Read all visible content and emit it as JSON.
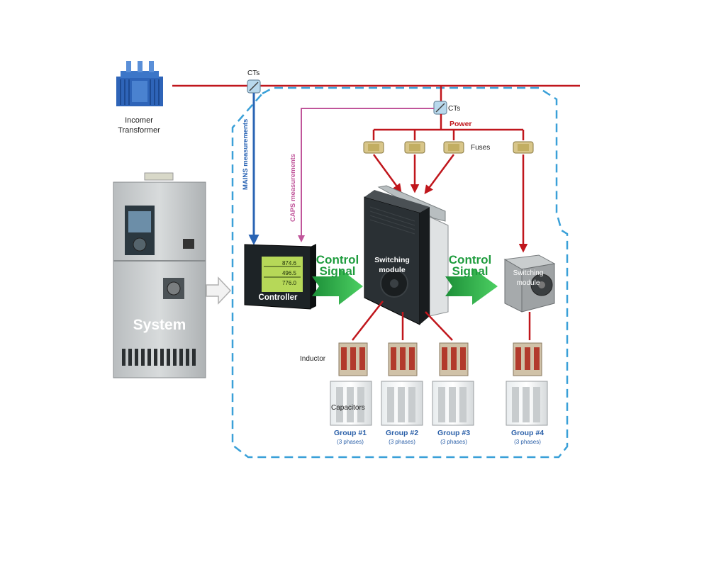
{
  "labels": {
    "incomer": [
      "Incomer",
      "Transformer"
    ],
    "cts_top": "CTs",
    "cts_right": "CTs",
    "power": "Power",
    "fuses": "Fuses",
    "mains": "MAINS measurements",
    "caps": "CAPS measurements",
    "controller": "Controller",
    "control_signal_1": [
      "Control",
      "Signal"
    ],
    "control_signal_2": [
      "Control",
      "Signal"
    ],
    "switching_module_1": [
      "Switching",
      "module"
    ],
    "switching_module_2": [
      "Switching",
      "module"
    ],
    "system": "System",
    "inductor": "Inductor",
    "capacitors": "Capacitors",
    "meter_readings": [
      "874.6",
      "496.5",
      "776.0"
    ]
  },
  "groups": [
    {
      "name": "Group #1",
      "sub": "(3 phases)"
    },
    {
      "name": "Group #2",
      "sub": "(3 phases)"
    },
    {
      "name": "Group #3",
      "sub": "(3 phases)"
    },
    {
      "name": "Group #4",
      "sub": "(3 phases)"
    }
  ],
  "colors": {
    "power_line": "#c0161c",
    "mains_line": "#2a64b4",
    "caps_line": "#c0559a",
    "control_arrow": "#2bb24c",
    "control_text": "#1f9c3e",
    "boundary": "#3aa0d8",
    "group_text": "#2a5fa8"
  }
}
